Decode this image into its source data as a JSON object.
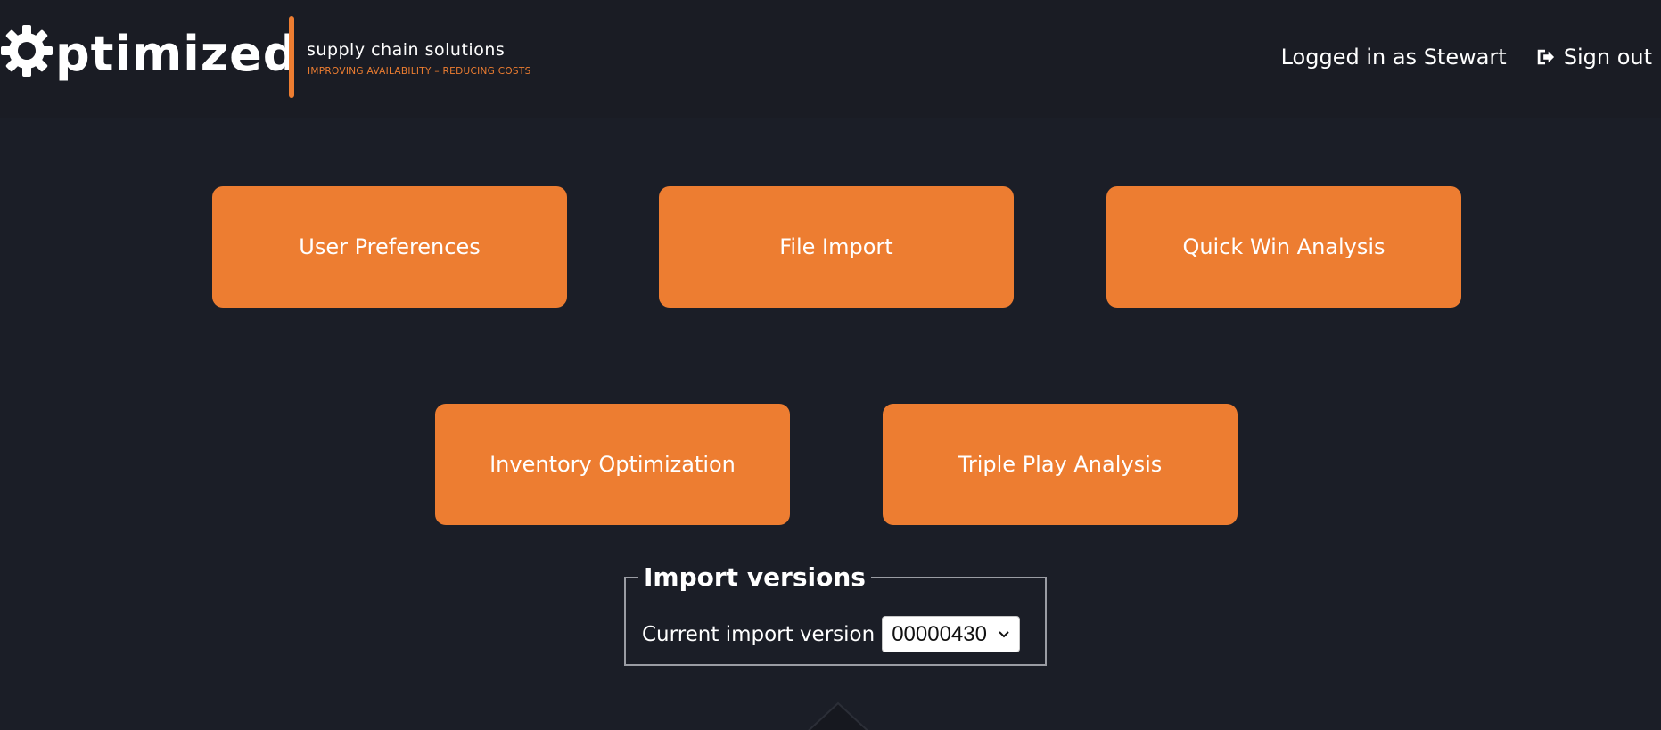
{
  "brand": {
    "logo_text_rest": "ptimized",
    "tagline": "supply chain solutions",
    "subtagline": "IMPROVING AVAILABILITY – REDUCING COSTS",
    "accent_color": "#ed7d31"
  },
  "header": {
    "logged_in_text": "Logged in as Stewart",
    "sign_out_label": "Sign out",
    "sign_out_icon": "sign-out-icon"
  },
  "tiles": [
    {
      "label": "User Preferences"
    },
    {
      "label": "File Import"
    },
    {
      "label": "Quick Win Analysis"
    },
    {
      "label": "Inventory Optimization"
    },
    {
      "label": "Triple Play Analysis"
    }
  ],
  "import_versions": {
    "legend": "Import versions",
    "label": "Current import version",
    "selected": "00000430"
  },
  "colors": {
    "background": "#1b1e27",
    "tile": "#ed7d31",
    "text": "#ffffff"
  }
}
